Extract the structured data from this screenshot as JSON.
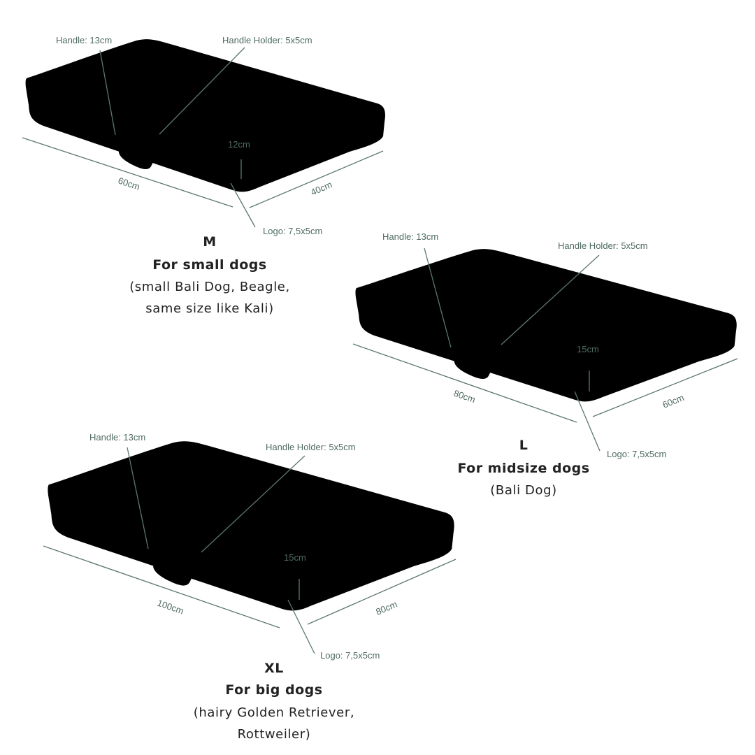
{
  "beds": [
    {
      "size": "M",
      "title": "For small dogs",
      "desc": [
        "(small Bali Dog, Beagle,",
        "same size like Kali)"
      ],
      "handle": "Handle: 13cm",
      "holder": "Handle Holder: 5x5cm",
      "height": "12cm",
      "length": "60cm",
      "width": "40cm",
      "logo": "Logo: 7,5x5cm"
    },
    {
      "size": "L",
      "title": "For midsize dogs",
      "desc": [
        "(Bali Dog)"
      ],
      "handle": "Handle: 13cm",
      "holder": "Handle Holder: 5x5cm",
      "height": "15cm",
      "length": "80cm",
      "width": "60cm",
      "logo": "Logo: 7,5x5cm"
    },
    {
      "size": "XL",
      "title": "For big dogs",
      "desc": [
        "(hairy Golden Retriever,",
        "Rottweiler)"
      ],
      "handle": "Handle: 13cm",
      "holder": "Handle Holder: 5x5cm",
      "height": "15cm",
      "length": "100cm",
      "width": "80cm",
      "logo": "Logo: 7,5x5cm"
    }
  ]
}
